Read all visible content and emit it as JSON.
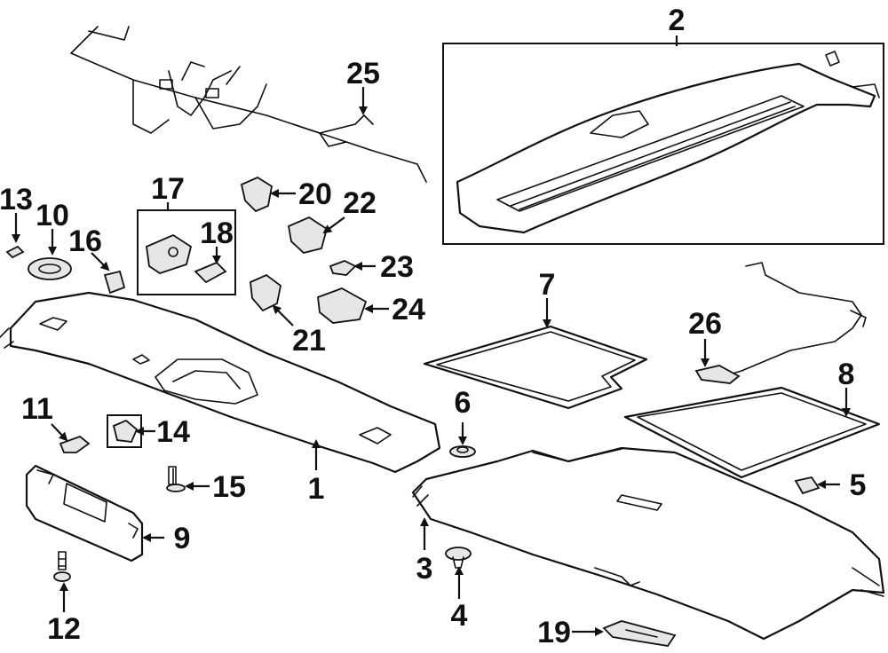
{
  "diagram": {
    "callouts": {
      "p1": "1",
      "p2": "2",
      "p3": "3",
      "p4": "4",
      "p5": "5",
      "p6": "6",
      "p7": "7",
      "p8": "8",
      "p9": "9",
      "p10": "10",
      "p11": "11",
      "p12": "12",
      "p13": "13",
      "p14": "14",
      "p15": "15",
      "p16": "16",
      "p17": "17",
      "p18": "18",
      "p19": "19",
      "p20": "20",
      "p21": "21",
      "p22": "22",
      "p23": "23",
      "p24": "24",
      "p25": "25",
      "p26": "26"
    }
  }
}
